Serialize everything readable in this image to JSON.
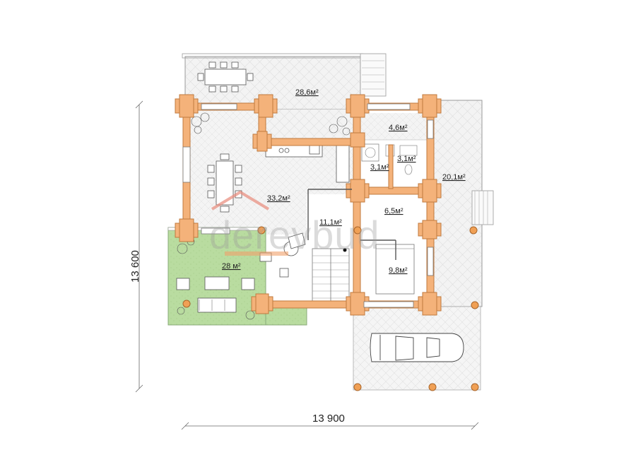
{
  "dimensions": {
    "width": "13 900",
    "height": "13 600"
  },
  "watermark": "derevbud",
  "rooms": {
    "terrace_top": "28,6м²",
    "hall_small": "4,6м²",
    "bath_a": "3,1м²",
    "bath_b": "3,1м²",
    "veranda_right": "20,1м²",
    "kitchen_living": "33,2м²",
    "vestibule": "6,5м²",
    "stair_hall": "11,1м²",
    "bedroom": "9,8м²",
    "terrace_green": "28 м²"
  },
  "colors": {
    "log": "#f4b27a",
    "log_stroke": "#c07a3e",
    "pillar": "#f0a055",
    "floor_tile": "#f2f2f2",
    "green_terrace": "#b9dca0",
    "wall_line": "#666666"
  }
}
